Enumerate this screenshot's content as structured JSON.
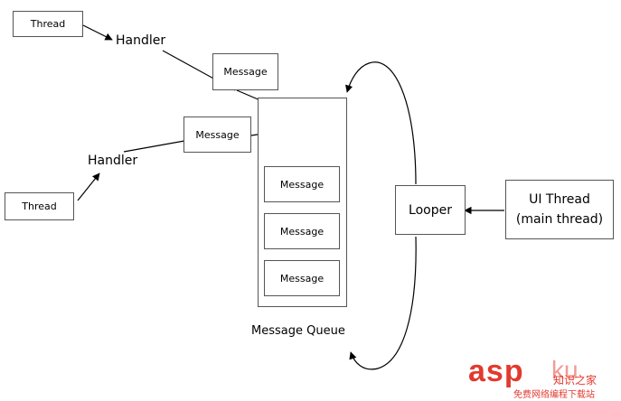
{
  "diagram": {
    "thread_top": "Thread",
    "thread_bottom": "Thread",
    "handler_top": "Handler",
    "handler_bottom": "Handler",
    "message_top": "Message",
    "message_mid": "Message",
    "queue_messages": [
      "Message",
      "Message",
      "Message"
    ],
    "queue_label": "Message Queue",
    "looper": "Looper",
    "ui_thread_line1": "UI Thread",
    "ui_thread_line2": "(main thread)"
  },
  "watermark": {
    "brand": "asp",
    "brand_suffix": "ku",
    "brand_cn": "知识之家",
    "subtitle": "免费网络编程下载站"
  },
  "colors": {
    "stroke": "#000000",
    "box_border": "#555555",
    "watermark": "#e23a2e"
  }
}
